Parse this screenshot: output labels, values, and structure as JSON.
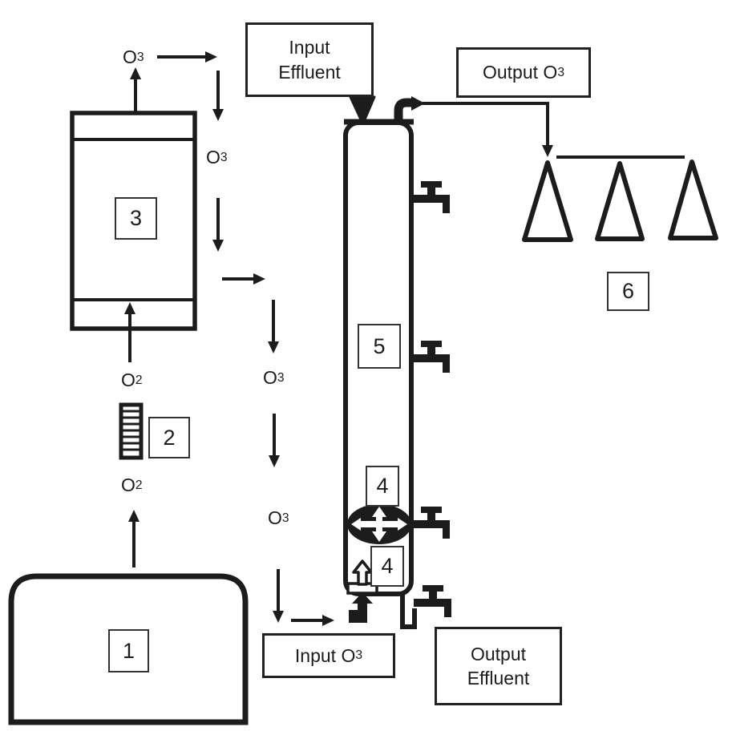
{
  "title": "Ozonation treatment system diagram",
  "colors": {
    "ink": "#1c1c1c",
    "background": "#ffffff"
  },
  "gas_labels": {
    "o3": {
      "base": "O",
      "sub": "3"
    },
    "o2": {
      "base": "O",
      "sub": "2"
    }
  },
  "label_boxes": {
    "input_effluent": {
      "line1": "Input",
      "line2": "Effluent"
    },
    "output_o3": {
      "prefix": "Output O",
      "sub": "3"
    },
    "input_o3": {
      "prefix": "Input O",
      "sub": "3"
    },
    "output_effluent": {
      "line1": "Output",
      "line2": "Effluent"
    }
  },
  "components": {
    "c1": "1",
    "c2": "2",
    "c3": "3",
    "c4": "4",
    "c5": "5",
    "c6": "6"
  }
}
